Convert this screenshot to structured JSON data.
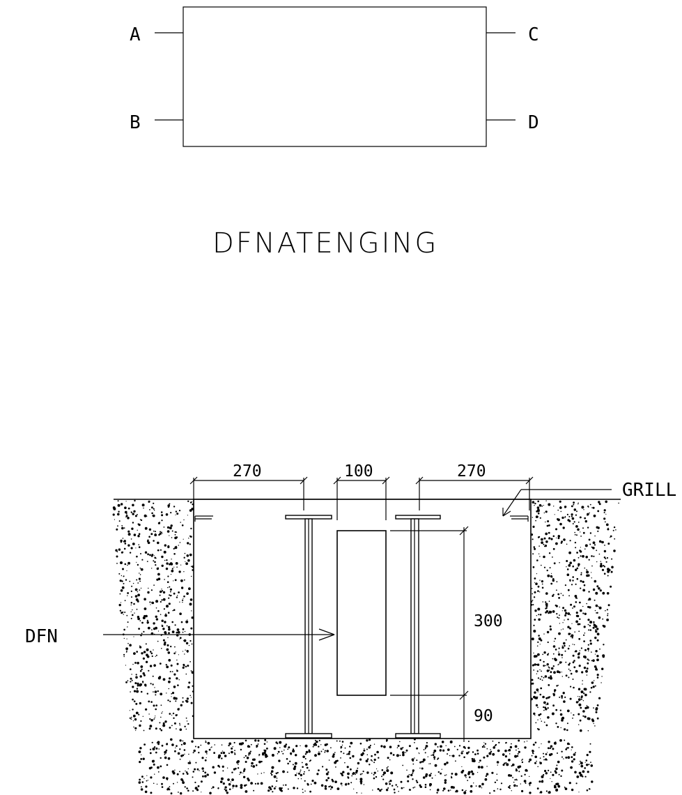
{
  "schematic": {
    "terminals": [
      "A",
      "B",
      "C",
      "D"
    ],
    "title": "DFNATENGING"
  },
  "section": {
    "dimensions": {
      "left_width": "270",
      "center_width": "100",
      "right_width": "270",
      "height_upper": "300",
      "height_lower": "90"
    },
    "labels": {
      "grill": "GRILL",
      "ofn": "DFN"
    }
  }
}
